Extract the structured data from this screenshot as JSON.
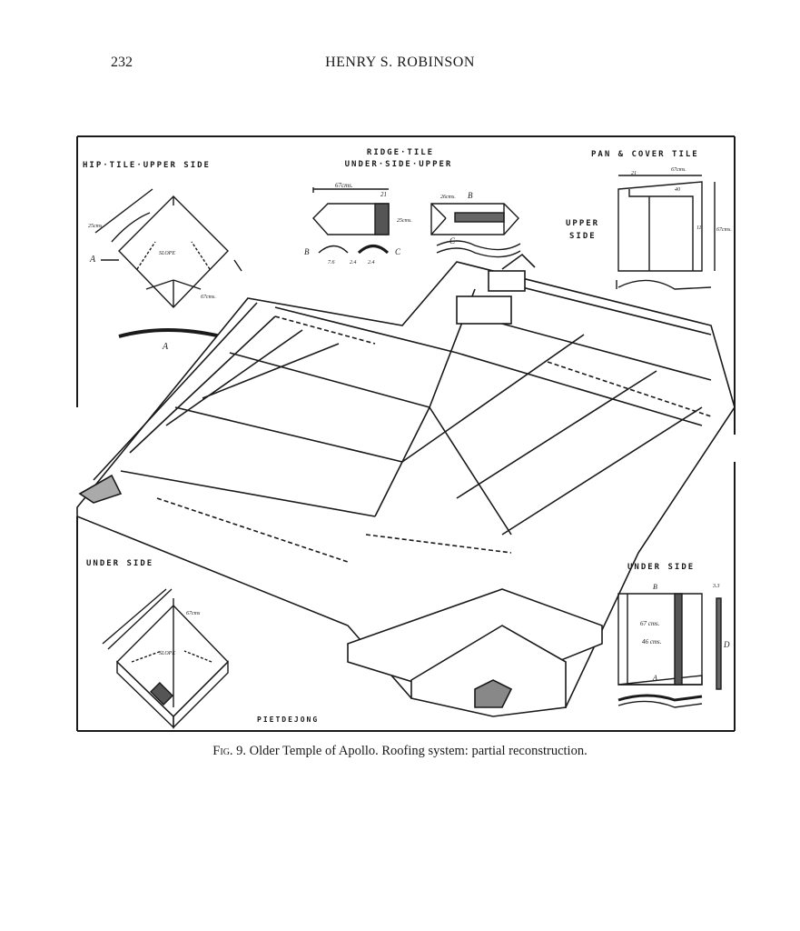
{
  "header": {
    "page_number": "232",
    "running_head": "HENRY S. ROBINSON"
  },
  "figure": {
    "labels": {
      "hip_tile": "HIP·TILE·UPPER SIDE",
      "ridge_tile_1": "RIDGE·TILE",
      "ridge_tile_2": "UNDER·SIDE·UPPER",
      "pan_cover": "PAN & COVER TILE",
      "upper_side_1": "UPPER",
      "upper_side_2": "SIDE",
      "underside_left": "UNDER SIDE",
      "underside_right": "UNDER SIDE",
      "signature": "PIETDEJONG"
    },
    "dimensions": {
      "hip_a1": "A",
      "hip_a2": "A",
      "hip_slope": "SLOPE",
      "hip_len": "67cms.",
      "hip_width": "25cms.",
      "ridge_67": "67cms.",
      "ridge_21": "21",
      "ridge_25": "25cms.",
      "ridge_26": "26cms.",
      "ridge_b1": "B",
      "ridge_b2": "B",
      "ridge_c1": "C",
      "ridge_c2": "C",
      "ridge_76": "7.6",
      "ridge_24a": "2.4",
      "ridge_24b": "2.4",
      "pan_67a": "67cms.",
      "pan_67b": "67cms.",
      "pan_21": "21",
      "pan_40": "40",
      "pan_11": "11",
      "under_67": "67 cms.",
      "under_46": "46 cms.",
      "under_d": "D",
      "under_b": "B",
      "under_a": "A",
      "under_33": "3.3",
      "under_slope": "SLOPE",
      "under_left_67": "67cms"
    }
  },
  "caption": {
    "label": "Fig. 9.",
    "text": "Older Temple of Apollo. Roofing system: partial reconstruction."
  }
}
